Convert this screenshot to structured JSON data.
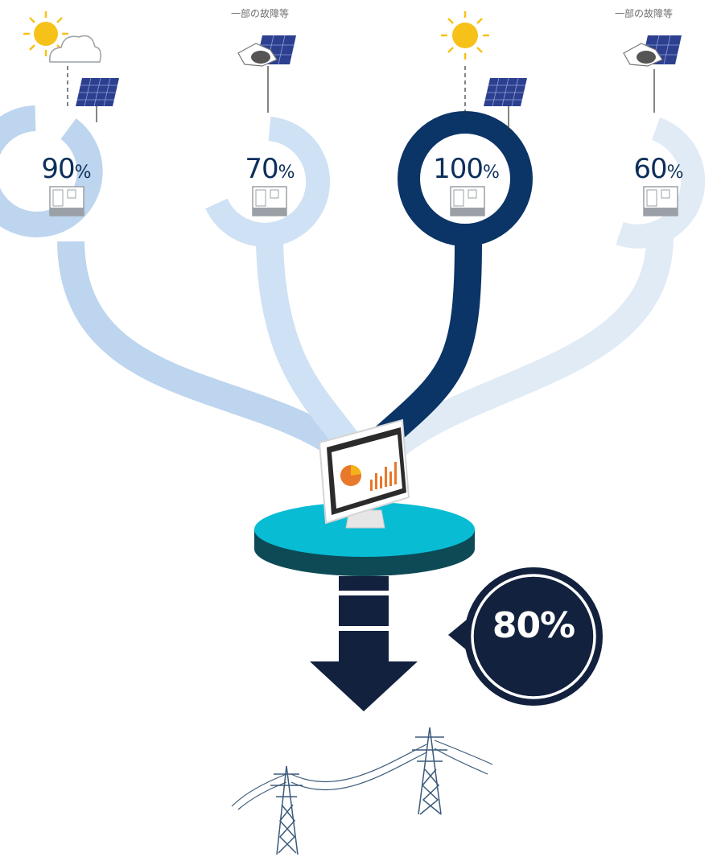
{
  "units": [
    {
      "id": "unit-1",
      "percent": "90",
      "sign": "%",
      "condition": "sun-cloud-icon",
      "fault_label": "",
      "ring_color": "#bdd5ee",
      "text_color": "#0c2f5b",
      "level": 0.9
    },
    {
      "id": "unit-2",
      "percent": "70",
      "sign": "%",
      "condition": "damaged-panel-icon",
      "fault_label": "一部の故障等",
      "ring_color": "#cfe1f4",
      "text_color": "#0c2f5b",
      "level": 0.7
    },
    {
      "id": "unit-3",
      "percent": "100",
      "sign": "%",
      "condition": "sun-icon",
      "fault_label": "",
      "ring_color": "#0b3467",
      "text_color": "#0c2f5b",
      "level": 1.0
    },
    {
      "id": "unit-4",
      "percent": "60",
      "sign": "%",
      "condition": "damaged-panel-icon",
      "fault_label": "一部の故障等",
      "ring_color": "#e1ebf6",
      "text_color": "#0c2f5b",
      "level": 0.6
    }
  ],
  "result": {
    "percent": "80%",
    "bubble_color": "#12213d"
  },
  "colors": {
    "platform_top": "#08bcd4",
    "platform_side": "#0d4a55",
    "arrow": "#12213d",
    "accent_orange": "#e8782a",
    "accent_yellow": "#f6b21a"
  },
  "icons": [
    "sun-icon",
    "cloud-icon",
    "solar-panel-icon",
    "damaged-panel-icon",
    "pcs-cabinet-icon",
    "monitor-icon",
    "pie-chart-icon",
    "bar-chart-icon",
    "down-arrow-icon",
    "transmission-tower-icon"
  ]
}
